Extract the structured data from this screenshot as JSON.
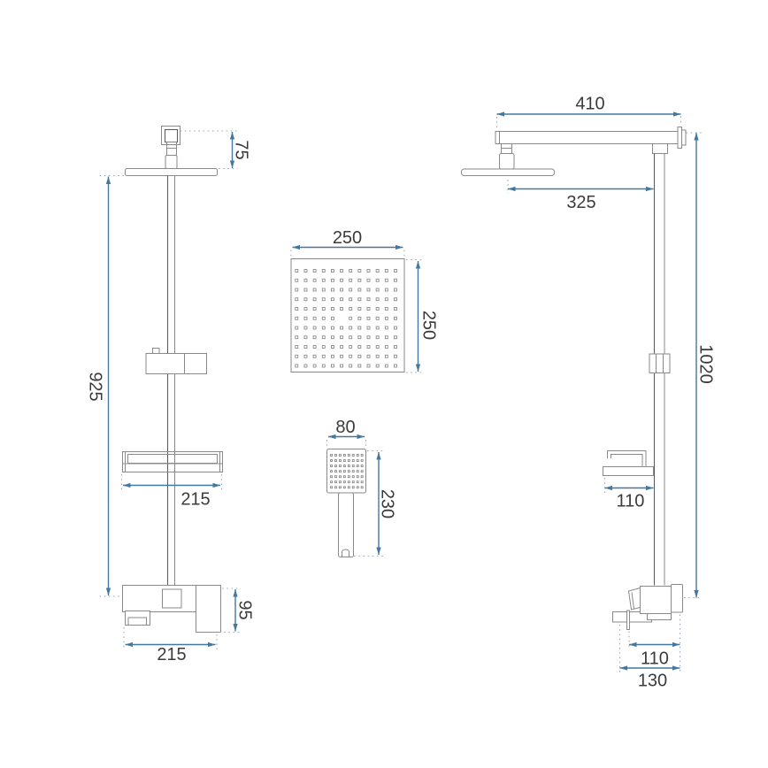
{
  "dims": {
    "front": {
      "head_offset": "75",
      "rail_height": "925",
      "shelf_width": "215",
      "mixer_height": "95",
      "mixer_width": "215"
    },
    "head": {
      "width": "250",
      "height": "250"
    },
    "handset": {
      "width": "80",
      "length": "230"
    },
    "side": {
      "arm_length": "410",
      "head_reach": "325",
      "total_height": "1020",
      "shelf_depth": "110",
      "mixer_depth": "110",
      "mixer_total_depth": "130"
    }
  },
  "grids": {
    "head_nozzles": {
      "cols": 12,
      "rows": 11,
      "skip": [
        {
          "row": 5,
          "col": 5
        }
      ]
    },
    "handset_nozzles": {
      "cols": 8,
      "rows": 7,
      "skip": []
    }
  },
  "style": {
    "colors": {
      "background": "#ffffff",
      "outline": "#8a8a8a",
      "outline_dark": "#5e5e5e",
      "dimension": "#44789f",
      "leader": "#9aaab8",
      "text": "#3b3b3b"
    }
  }
}
